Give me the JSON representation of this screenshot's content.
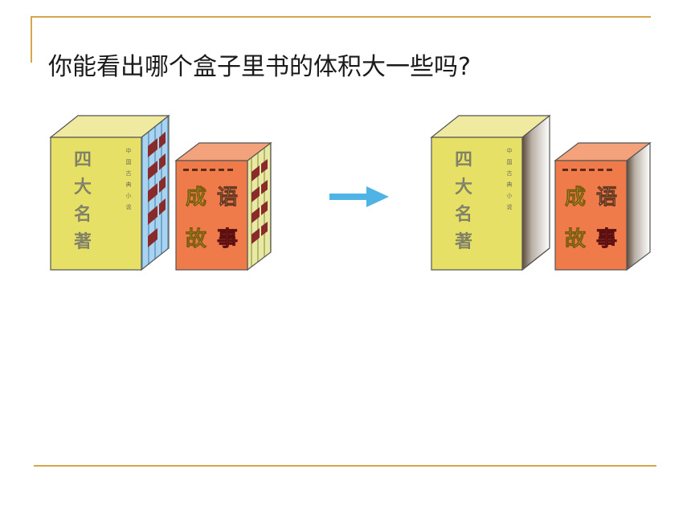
{
  "question": "你能看出哪个盒子里书的体积大一些吗?",
  "books": {
    "classics": {
      "title_chars": [
        "四",
        "大",
        "名",
        "著"
      ],
      "subtitle_chars": [
        "中",
        "国",
        "古",
        "典",
        "小",
        "说"
      ]
    },
    "idioms": {
      "title_chars": [
        "成",
        "语",
        "故",
        "事"
      ]
    }
  },
  "colors": {
    "rule": "#d6a64a",
    "classics_front": "#e6e067",
    "classics_top": "#efeaa0",
    "idioms_front": "#ef7a4a",
    "idioms_top": "#f4a27c",
    "arrow": "#4fb3e6"
  },
  "icons": [
    "right-arrow-icon"
  ]
}
